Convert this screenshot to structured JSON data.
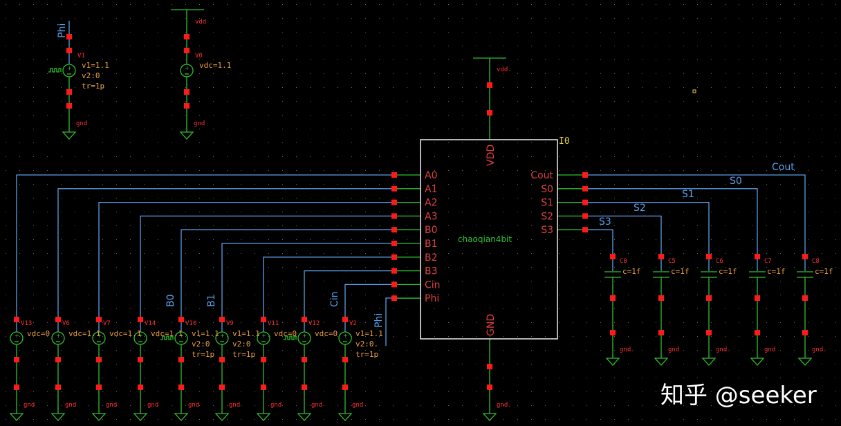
{
  "instance": {
    "name": "I0",
    "cell": "chaoqian4bit",
    "vdd_pin": "VDD",
    "gnd_pin": "GND"
  },
  "left_pins": [
    "A0",
    "A1",
    "A2",
    "A3",
    "B0",
    "B1",
    "B2",
    "B3",
    "Cin",
    "Phi"
  ],
  "right_pins": [
    "Cout",
    "S0",
    "S1",
    "S2",
    "S3"
  ],
  "top_sources": [
    {
      "net": "Phi",
      "name": "V1",
      "params": [
        "v1=1.1",
        "v2:0",
        "tr=1p"
      ],
      "pulse": true,
      "gnd": "gnd"
    },
    {
      "net": "vdd",
      "name": "V0",
      "params": [
        "vdc=1.1"
      ],
      "pulse": false,
      "gnd": "gnd"
    }
  ],
  "block_supply": {
    "vdd": "vdd.",
    "gnd": "gnd."
  },
  "bottom_sources": [
    {
      "name": "V13",
      "params": [
        "vdc=0"
      ],
      "net": "",
      "pulse": false,
      "gnd": "gnd"
    },
    {
      "name": "V6",
      "params": [
        "vdc=1.1"
      ],
      "net": "",
      "pulse": false,
      "gnd": "gnd"
    },
    {
      "name": "V7",
      "params": [
        "vdc=1.1"
      ],
      "net": "",
      "pulse": false,
      "gnd": "gnd"
    },
    {
      "name": "V14",
      "params": [
        "vdc=1.1"
      ],
      "net": "",
      "pulse": false,
      "gnd": "gnd"
    },
    {
      "name": "V10",
      "params": [
        "v1=1.1",
        "v2:0",
        "tr=1p"
      ],
      "net": "B0",
      "pulse": true,
      "gnd": "gnd"
    },
    {
      "name": "V9",
      "params": [
        "v1=1.1",
        "v2:0",
        "tr=1p"
      ],
      "net": "B1",
      "pulse": false,
      "gnd": "gnd"
    },
    {
      "name": "V11",
      "params": [
        "vdc=0"
      ],
      "net": "",
      "pulse": false,
      "gnd": "gnd"
    },
    {
      "name": "V12",
      "params": [
        "vdc=0"
      ],
      "net": "",
      "pulse": true,
      "gnd": "gnd"
    },
    {
      "name": "V2",
      "params": [
        "v1=1.1",
        "v2:0.",
        "tr=1p"
      ],
      "net": "Cin",
      "pulse": false,
      "gnd": "gnd"
    }
  ],
  "phi_net_label": "Phi",
  "caps": [
    {
      "name": "C0",
      "value": "c=1f",
      "net": "S3",
      "gnd": "gnd."
    },
    {
      "name": "C5",
      "value": "c=1f",
      "net": "S2",
      "gnd": "gnd"
    },
    {
      "name": "C6",
      "value": "c=1f",
      "net": "S1",
      "gnd": "gnd."
    },
    {
      "name": "C7",
      "value": "c=1f",
      "net": "S0",
      "gnd": "gnd"
    },
    {
      "name": "C8",
      "value": "c=1f",
      "net": "Cout",
      "gnd": "gnd."
    }
  ],
  "watermark": "知乎 @seeker",
  "colors": {
    "wire": "#5aa0e8",
    "symbol": "#30c030",
    "pin": "#ff1a1a",
    "param": "#e8a040",
    "background": "#000000"
  }
}
